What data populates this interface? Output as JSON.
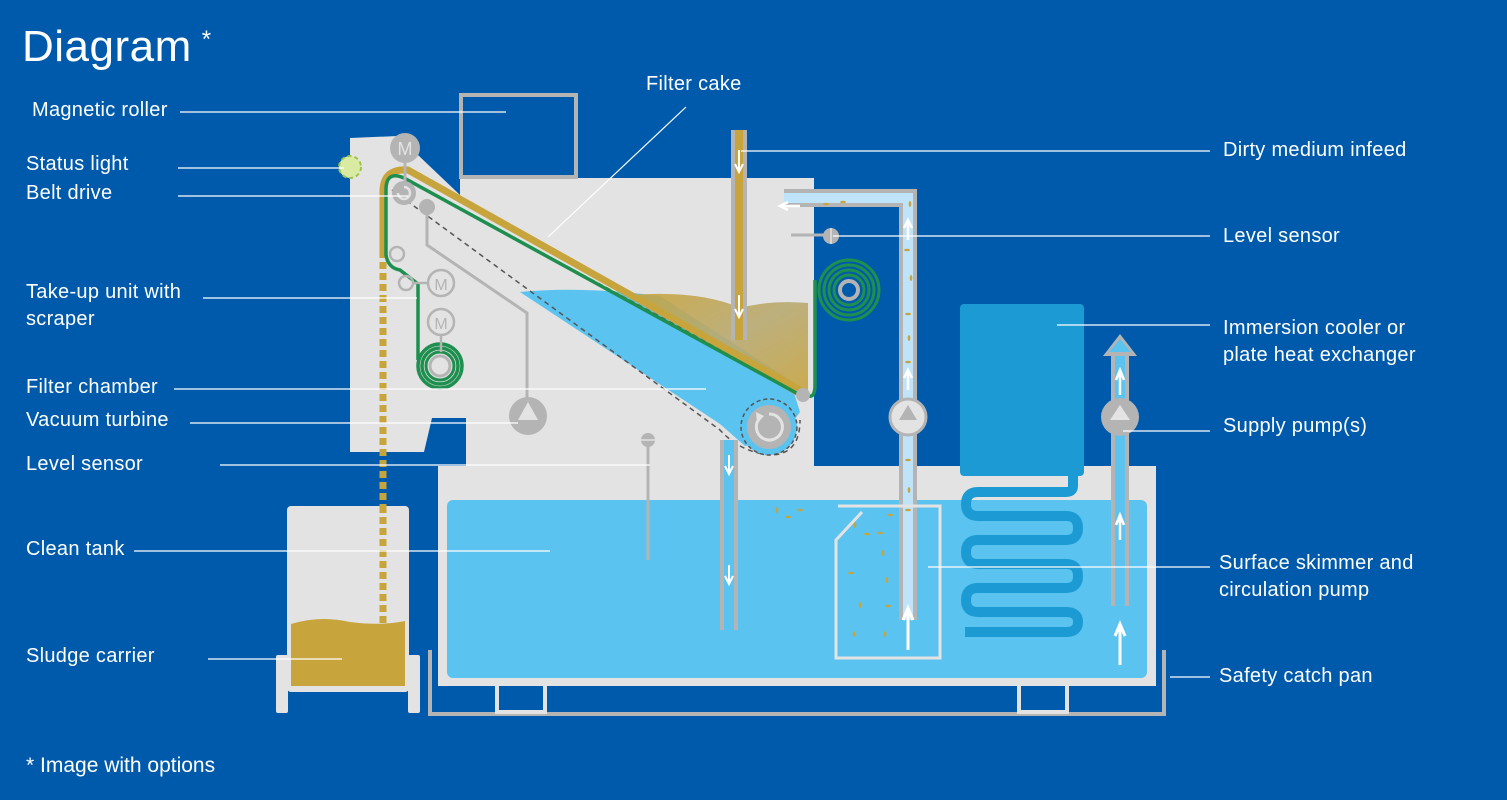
{
  "header": {
    "title": "Diagram",
    "title_marker": "*"
  },
  "footnote": "* Image with options",
  "colors": {
    "background": "#005aab",
    "machine_body": "#e3e3e3",
    "clean_liquid": "#5bc3f0",
    "dark_liquid": "#1c9ad3",
    "sludge": "#c8a43c",
    "filter_belt": "#1e8f4e",
    "component_gray": "#b4b4b4",
    "status_light": "#d9eaa3"
  },
  "labels_left": [
    {
      "id": "magnetic-roller",
      "text": "Magnetic roller"
    },
    {
      "id": "status-light",
      "text": "Status light"
    },
    {
      "id": "belt-drive",
      "text": "Belt drive"
    },
    {
      "id": "take-up-unit",
      "text": "Take-up unit with",
      "text2": "scraper"
    },
    {
      "id": "filter-chamber",
      "text": "Filter chamber"
    },
    {
      "id": "vacuum-turbine",
      "text": "Vacuum turbine"
    },
    {
      "id": "level-sensor-left",
      "text": "Level sensor"
    },
    {
      "id": "clean-tank",
      "text": "Clean tank"
    },
    {
      "id": "sludge-carrier",
      "text": "Sludge carrier"
    }
  ],
  "labels_top": [
    {
      "id": "filter-cake",
      "text": "Filter cake"
    }
  ],
  "labels_right": [
    {
      "id": "dirty-medium-infeed",
      "text": "Dirty medium infeed"
    },
    {
      "id": "level-sensor-right",
      "text": "Level sensor"
    },
    {
      "id": "immersion-cooler",
      "text": "Immersion cooler or",
      "text2": "plate heat exchanger"
    },
    {
      "id": "supply-pumps",
      "text": "Supply pump(s)"
    },
    {
      "id": "surface-skimmer",
      "text": "Surface skimmer and",
      "text2": "circulation pump"
    },
    {
      "id": "safety-catch-pan",
      "text": "Safety catch pan"
    }
  ],
  "icons": {
    "motor": "M",
    "pump": "triangle-pump",
    "rotation": "circular-arrow",
    "flow": "arrow"
  }
}
